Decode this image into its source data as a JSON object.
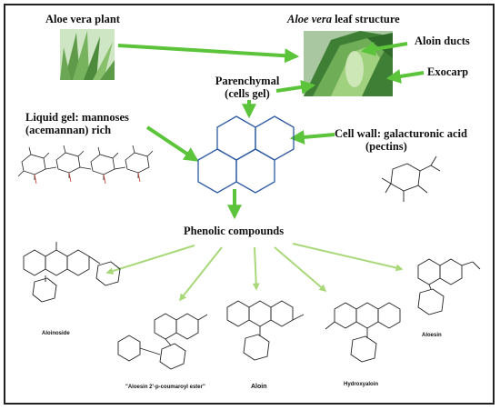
{
  "labels": {
    "aloe_plant": "Aloe vera plant",
    "leaf_structure_italic": "Aloe vera",
    "leaf_structure_rest": " leaf structure",
    "aloin_ducts": "Aloin ducts",
    "exocarp": "Exocarp",
    "parenchymal_line1": "Parenchymal",
    "parenchymal_line2": "(cells gel)",
    "liquid_gel_line1": "Liquid gel: mannoses",
    "liquid_gel_line2": "(acemannan) rich",
    "cell_wall_line1": "Cell wall: galacturonic acid",
    "cell_wall_line2": "(pectins)",
    "phenolic": "Phenolic compounds"
  },
  "compounds": {
    "aloinoside": "Aloinoside",
    "aloesin_ester": "\"Aloesin 2'-p-coumaroyl ester\"",
    "aloin": "Aloin",
    "hydroxyaloin": "Hydroxyaloin",
    "aloesin": "Aloesin"
  },
  "colors": {
    "arrow_dark": "#5cc43a",
    "arrow_light": "#a9d87a",
    "hexagon": "#2c5aa0",
    "frame": "#222222",
    "structure": "#222222",
    "highlight": "#c0392b"
  }
}
